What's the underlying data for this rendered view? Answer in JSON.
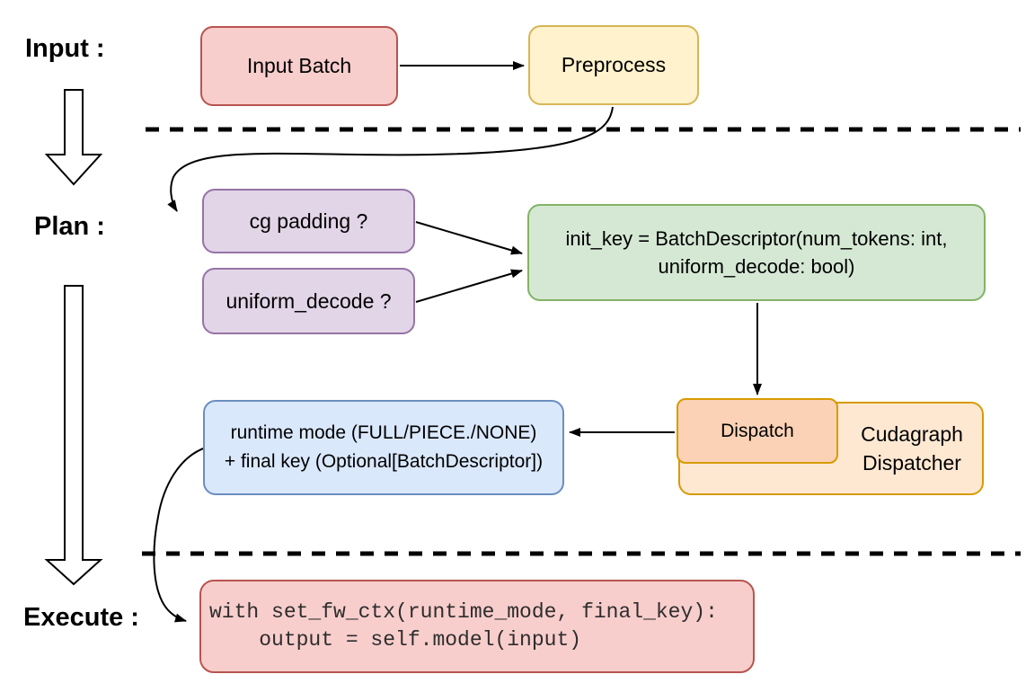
{
  "stage_labels": {
    "input": "Input :",
    "plan": "Plan :",
    "execute": "Execute :"
  },
  "nodes": {
    "input_batch": {
      "label": "Input Batch"
    },
    "preprocess": {
      "label": "Preprocess"
    },
    "cg_padding": {
      "label": "cg padding ?"
    },
    "uniform_decode": {
      "label": "uniform_decode ?"
    },
    "init_key": {
      "line1": "init_key = BatchDescriptor(num_tokens: int,",
      "line2": "uniform_decode: bool)"
    },
    "runtime_result": {
      "line1": "runtime mode (FULL/PIECE./NONE)",
      "line2": "+ final key (Optional[BatchDescriptor])"
    },
    "dispatch": {
      "label": "Dispatch"
    },
    "cudagraph_dispatcher": {
      "line1": "Cudagraph",
      "line2": "Dispatcher"
    },
    "execute_code": {
      "line1": "with set_fw_ctx(runtime_mode, final_key):",
      "line2": "    output = self.model(input)"
    }
  },
  "icons": {
    "input_flow_arrow": "down-arrow",
    "plan_flow_arrow": "down-arrow"
  },
  "colors": {
    "red_fill": "#f8cecc",
    "red_border": "#b85450",
    "yellow_fill": "#fff2cc",
    "yellow_border": "#d6b656",
    "purple_fill": "#e1d5e7",
    "purple_border": "#9673a6",
    "green_fill": "#d5e8d4",
    "green_border": "#82b366",
    "blue_fill": "#dae8fc",
    "blue_border": "#6c8ebf",
    "orange_outer_fill": "#ffe8d2",
    "orange_inner_fill": "#fbd2b6",
    "orange_border": "#d79b00",
    "connector": "#000000",
    "background": "#ffffff"
  }
}
